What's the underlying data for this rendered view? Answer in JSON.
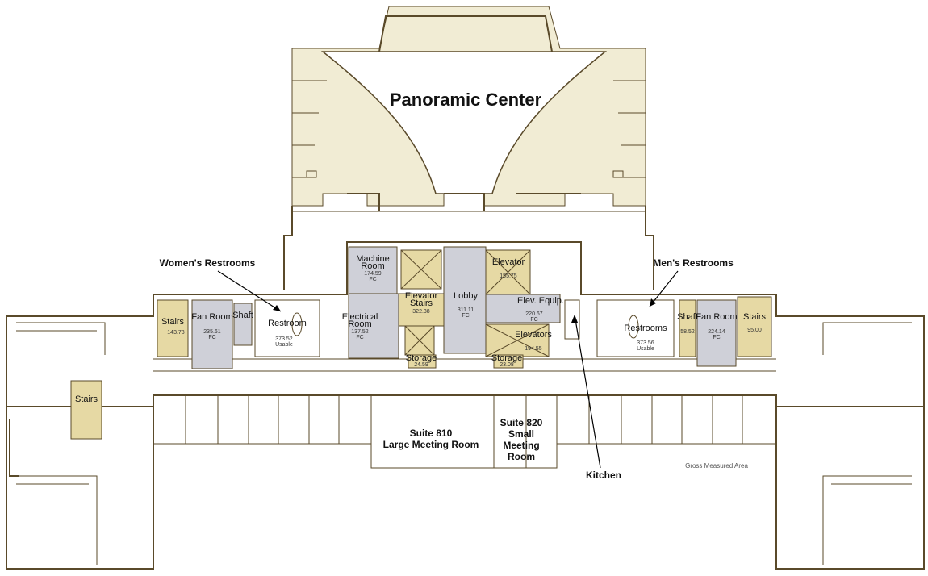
{
  "title": "Panoramic Center",
  "callouts": {
    "womens_restrooms": "Women's Restrooms",
    "mens_restrooms": "Men's Restrooms",
    "kitchen": "Kitchen"
  },
  "suites": {
    "suite810_line1": "Suite 810",
    "suite810_line2": "Large Meeting Room",
    "suite820_line1": "Suite 820",
    "suite820_line2": "Small",
    "suite820_line3": "Meeting",
    "suite820_line4": "Room"
  },
  "rooms": {
    "machine_room_1": "Machine",
    "machine_room_2": "Room",
    "machine_room_area": "174.59",
    "machine_room_code": "FC",
    "elevator_stairs_1": "Elevator",
    "elevator_stairs_2": "Stairs",
    "elevator_stairs_area": "322.38",
    "elevator_n": "Elevator",
    "elevator_n_area": "155.75",
    "lobby": "Lobby",
    "lobby_area": "311.11",
    "lobby_code": "FC",
    "electrical_1": "Electrical",
    "electrical_2": "Room",
    "electrical_area": "137.52",
    "electrical_code": "FC",
    "elev_equip": "Elev. Equip.",
    "elev_equip_area": "220.67",
    "elev_equip_code": "FC",
    "elevators": "Elevators",
    "elevators_area": "194.55",
    "storage_w": "Storage",
    "storage_w_area": "24.59",
    "storage_e": "Storage",
    "storage_e_area": "23.08",
    "fan_room_w": "Fan Room",
    "fan_room_w_area": "235.61",
    "fan_room_w_code": "FC",
    "fan_room_e": "Fan Room",
    "fan_room_e_area": "224.14",
    "fan_room_e_code": "FC",
    "shaft_w": "Shaft",
    "shaft_e": "Shaft",
    "stairs_w": "Stairs",
    "stairs_e": "Stairs",
    "stairs_sw": "Stairs",
    "restroom_w": "Restroom",
    "restroom_w_area": "373.52",
    "restroom_w_code": "Usable",
    "restroom_e": "Restrooms",
    "restroom_e_area": "373.56",
    "restroom_e_code": "Usable",
    "stair_w_area": "143.78",
    "stair_e_area": "95.00",
    "shaft_e_area": "58.52",
    "gross_area_1": "Gross Measured Area"
  }
}
